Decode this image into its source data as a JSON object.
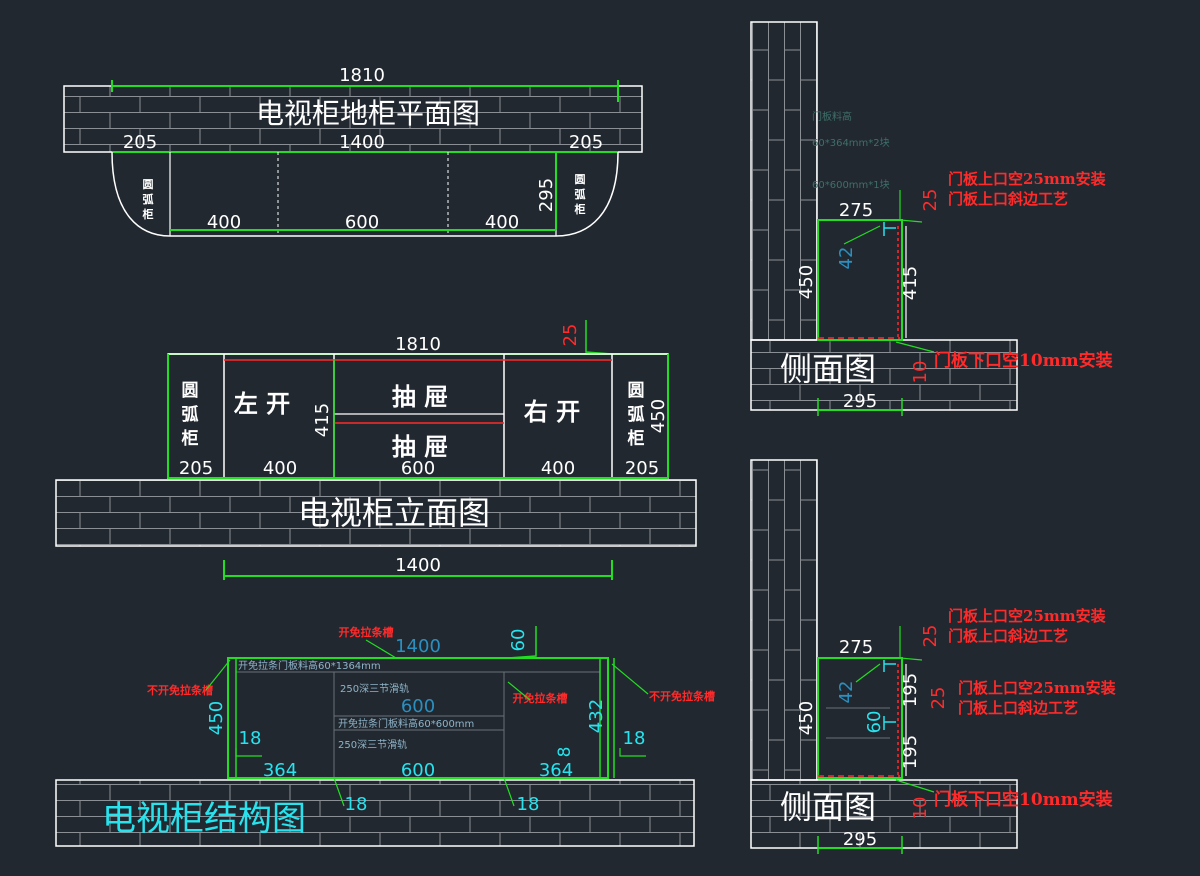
{
  "plan": {
    "title": "电视柜地柜平面图",
    "dims": {
      "total": "1810",
      "left_wing": "205",
      "middle": "1400",
      "right_wing": "205",
      "depth": "295",
      "seg_left": "400",
      "seg_mid": "600",
      "seg_right": "400"
    },
    "arc_label_left": [
      "圆",
      "弧",
      "柜"
    ],
    "arc_label_right": [
      "圆",
      "弧",
      "柜"
    ]
  },
  "elevation": {
    "title": "电视柜立面图",
    "dims": {
      "total": "1810",
      "gap": "25",
      "height": "415",
      "right_height": "450",
      "left_wing": "205",
      "seg_left": "400",
      "seg_mid": "600",
      "seg_right": "400",
      "right_wing": "205",
      "base": "1400"
    },
    "left_door": "左 开",
    "right_door": "右 开",
    "drawer_top": "抽 屉",
    "drawer_bottom": "抽 屉",
    "arc_label_left": [
      "圆",
      "弧",
      "柜"
    ],
    "arc_label_right": [
      "圆",
      "弧",
      "柜"
    ]
  },
  "structure": {
    "title": "电视柜结构图",
    "dims": {
      "top": "1400",
      "gap": "60",
      "height": "450",
      "inner_height": "432",
      "mid_inner": "600",
      "left": "364",
      "mid": "600",
      "right": "364",
      "t_left": "18",
      "t_right": "18",
      "t_right_inner": "8",
      "t_bottom_a": "18",
      "t_bottom_b": "18"
    },
    "notes": {
      "groove_top": "开免拉条槽",
      "no_groove_left": "不开免拉条槽",
      "groove_mid": "开免拉条槽",
      "no_groove_right": "不开免拉条槽",
      "panel_top": "开免拉条门板料高60*1364mm",
      "rail_top": "250深三节滑轨",
      "panel_mid": "开免拉条门板料高60*600mm",
      "rail_mid": "250深三节滑轨"
    }
  },
  "side_top": {
    "title": "侧面图",
    "dims": {
      "depth": "275",
      "height": "450",
      "inner": "415",
      "door_gap_top": "25",
      "door_gap_bottom": "10",
      "base_depth": "295",
      "small": "42"
    },
    "notes": {
      "top_gap": "门板上口空25mm安装",
      "top_bevel": "门板上口斜边工艺",
      "bottom_gap": "门板下口空10mm安装",
      "faint_1": "门板料高",
      "faint_2": "60*364mm*2块",
      "faint_3": "60*600mm*1块"
    }
  },
  "side_bottom": {
    "title": "侧面图",
    "dims": {
      "depth": "275",
      "height": "450",
      "upper": "195",
      "lower": "195",
      "gap_top": "25",
      "gap_mid": "25",
      "gap_bottom": "10",
      "base_depth": "295",
      "small": "42",
      "small_b": "60"
    },
    "notes": {
      "top_gap": "门板上口空25mm安装",
      "top_bevel": "门板上口斜边工艺",
      "mid_gap": "门板上口空25mm安装",
      "mid_bevel": "门板上口斜边工艺",
      "bottom_gap": "门板下口空10mm安装"
    }
  }
}
